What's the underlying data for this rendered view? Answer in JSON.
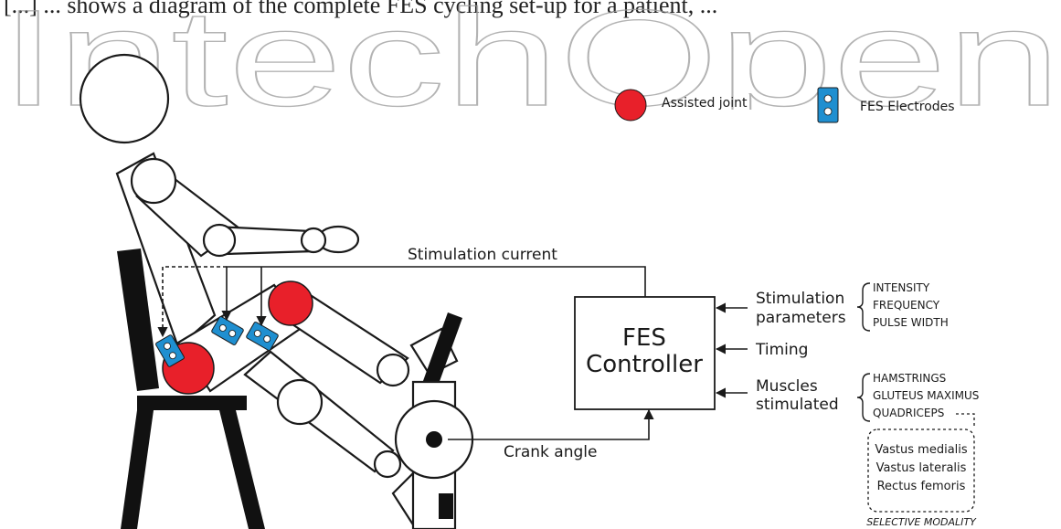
{
  "caption_fragment": "[...] ... shows a diagram of the complete FES cycling set-up for a patient, ...",
  "watermark": "IntechOpen",
  "legend": {
    "assisted_joint": "Assisted joint",
    "fes_electrodes": "FES Electrodes"
  },
  "controller": {
    "line1": "FES",
    "line2": "Controller"
  },
  "signals": {
    "stimulation_current": "Stimulation current",
    "crank_angle": "Crank angle"
  },
  "inputs": {
    "stim_params_line1": "Stimulation",
    "stim_params_line2": "parameters",
    "stim_params_items": [
      "INTENSITY",
      "FREQUENCY",
      "PULSE WIDTH"
    ],
    "timing": "Timing",
    "muscles_line1": "Muscles",
    "muscles_line2": "stimulated",
    "muscles_items": [
      "HAMSTRINGS",
      "GLUTEUS MAXIMUS",
      "QUADRICEPS"
    ]
  },
  "selective": {
    "items": [
      "Vastus medialis",
      "Vastus lateralis",
      "Rectus femoris"
    ],
    "label": "SELECTIVE MODALITY"
  },
  "colors": {
    "joint": "#e8202a",
    "electrode": "#1f8fd0",
    "line": "#1a1a1a",
    "watermark": "#9a9a9a"
  }
}
